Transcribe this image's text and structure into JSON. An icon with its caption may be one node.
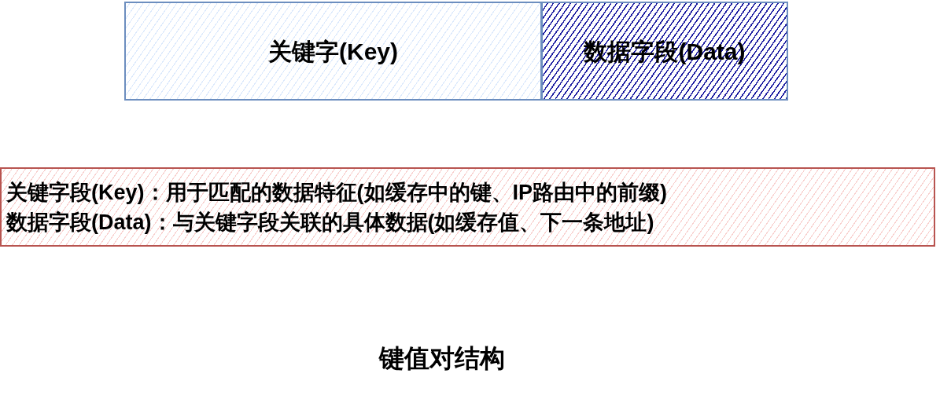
{
  "diagram": {
    "caption": "键值对结构",
    "nodes": [
      {
        "text": [
          "关键字(Key)"
        ]
      },
      {
        "text": [
          "数据字段(Data)"
        ]
      },
      {
        "text": [
          "关键字段(Key)：用于匹配的数据特征(如缓存中的键、IP路由中的前缀)",
          "数据字段(Data)：与关键字段关联的具体数据(如缓存值、下一条地址)"
        ]
      }
    ]
  }
}
